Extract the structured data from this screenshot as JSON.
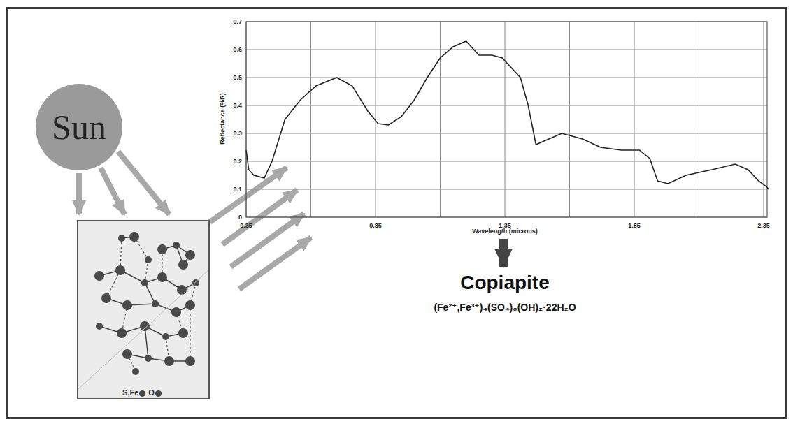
{
  "diagram": {
    "nodes": [
      {
        "text": [
          "Sun"
        ]
      },
      {
        "text": [
          "S,Fe",
          "O"
        ]
      }
    ],
    "edges": [
      {
        "from": 0,
        "to": 1,
        "arrow": "to"
      },
      {
        "from": 0,
        "to": 1,
        "arrow": "to"
      },
      {
        "from": 0,
        "to": 1,
        "arrow": "to"
      }
    ],
    "labels": [
      "0.7",
      "0.6",
      "0.5",
      "0.4",
      "0.3",
      "0.2",
      "0.1",
      "0",
      "0.35",
      "0.85",
      "1.35",
      "1.85",
      "2.35",
      "Reflectance (%R)",
      "Wavelength (microns)",
      "Copiapite",
      "(Fe²⁺,Fe³⁺)₄(SO₄)₆(OH)₂·22H₂O"
    ]
  }
}
